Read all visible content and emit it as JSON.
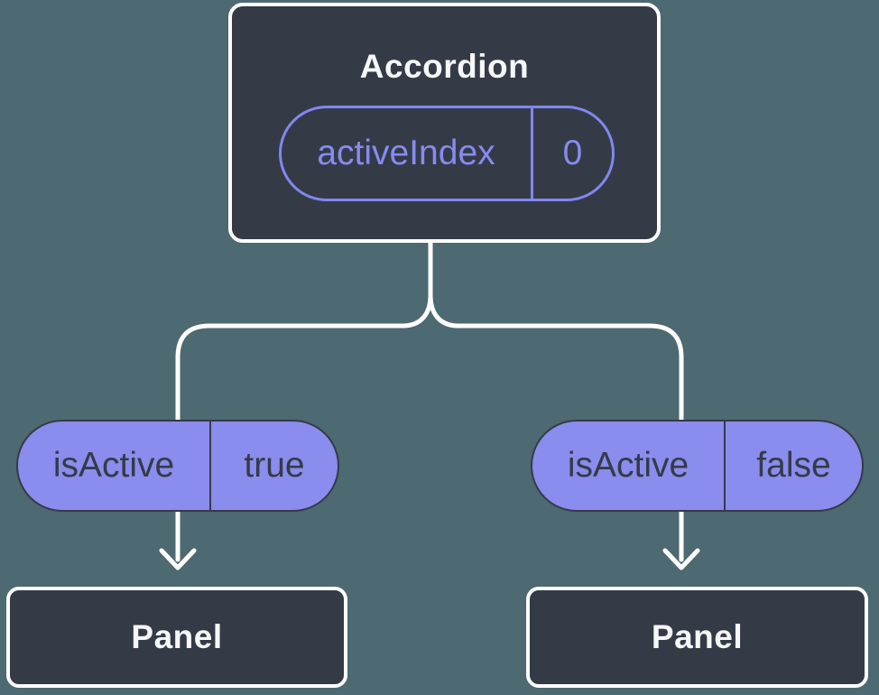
{
  "tree": {
    "root": {
      "title": "Accordion",
      "state": {
        "name": "activeIndex",
        "value": "0"
      }
    },
    "branches": [
      {
        "prop": {
          "name": "isActive",
          "value": "true"
        },
        "child": {
          "title": "Panel"
        }
      },
      {
        "prop": {
          "name": "isActive",
          "value": "false"
        },
        "child": {
          "title": "Panel"
        }
      }
    ]
  },
  "colors": {
    "background": "#4d6971",
    "node_fill": "#343b47",
    "node_border": "#ffffff",
    "pill_fill": "#8a8cee",
    "pill_outline": "#8287ee",
    "pill_text_dark": "#343b47",
    "state_text": "#878bf0",
    "title_text": "#f6f7f9",
    "connector": "#ffffff"
  }
}
